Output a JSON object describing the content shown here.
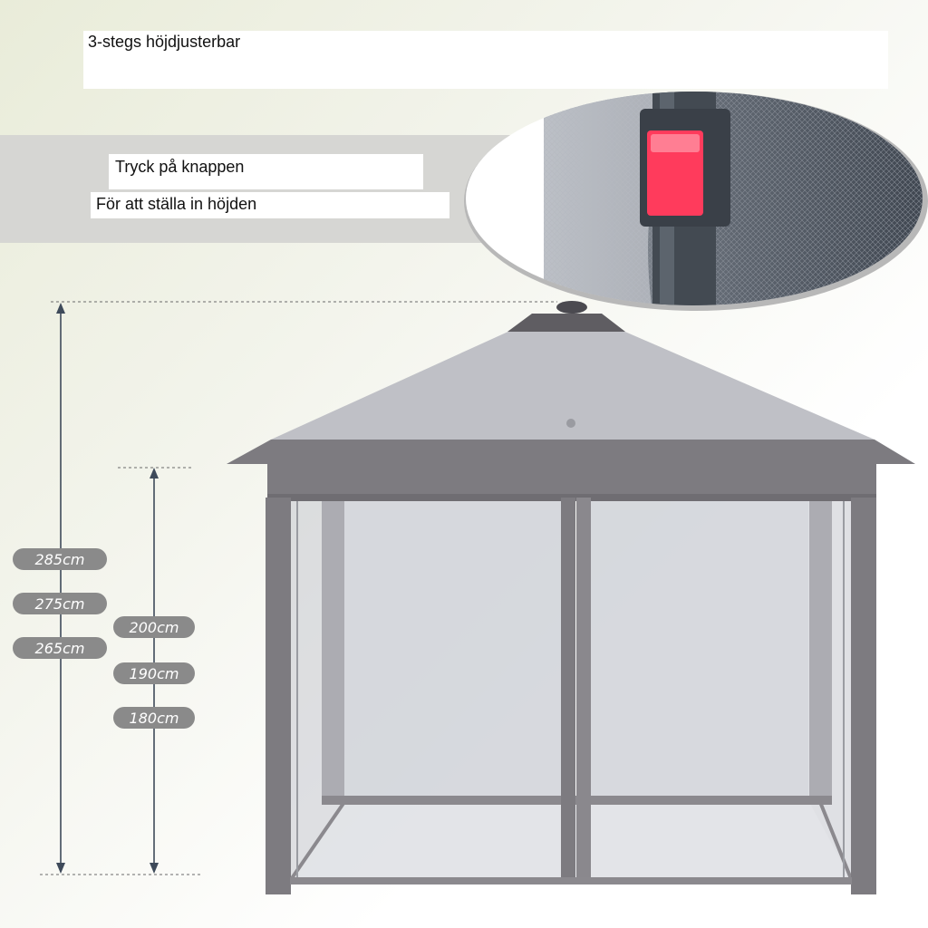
{
  "header": {
    "title": "3-stegs höjdjusterbar"
  },
  "instructions": {
    "line1": "Tryck på knappen",
    "line2": "För att ställa in höjden"
  },
  "total_heights": [
    "285cm",
    "275cm",
    "265cm"
  ],
  "side_heights": [
    "200cm",
    "190cm",
    "180cm"
  ],
  "colors": {
    "frame": "#7d7b80",
    "roof": "#bfc0c6",
    "mesh": "#c9ccd2",
    "button": "#ff3b5c",
    "pill": "#8a8a8a"
  }
}
